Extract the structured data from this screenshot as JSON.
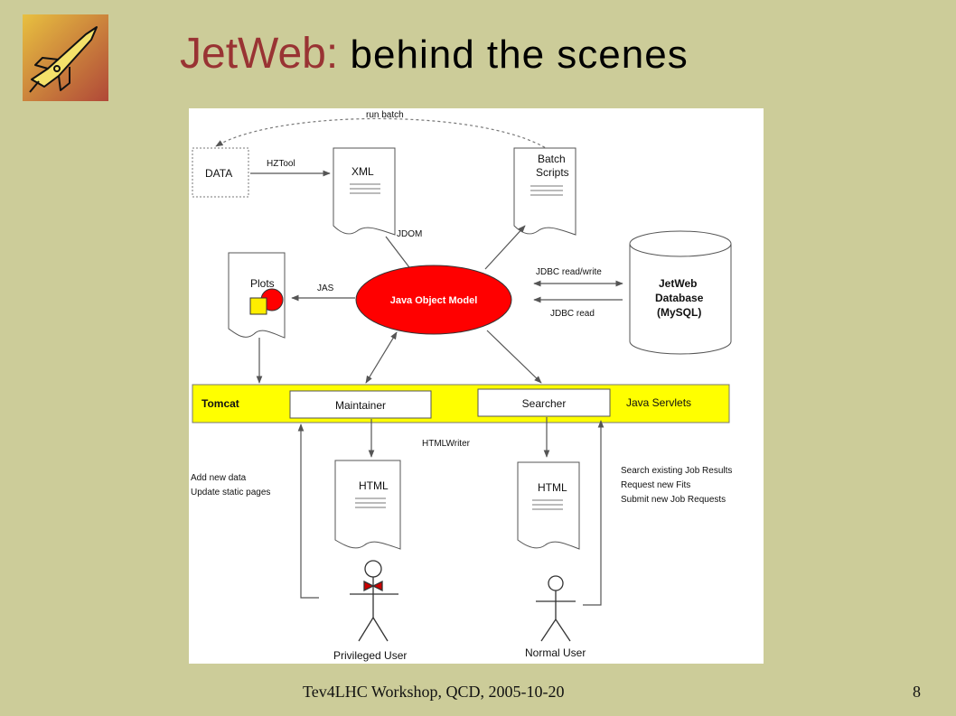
{
  "slide": {
    "title_part1": "JetWeb:",
    "title_part2": "behind the scenes",
    "footer": "Tev4LHC Workshop, QCD, 2005-10-20",
    "page_number": "8"
  },
  "colors": {
    "background": "#cccc99",
    "title_accent": "#993333",
    "servlet_bar": "#ffff00",
    "object_model": "#ff0000"
  },
  "icons": {
    "logo": "rocket-logo-icon"
  },
  "diagram": {
    "data_box": "DATA",
    "xml_doc": "XML",
    "batch_doc": [
      "Batch",
      "Scripts"
    ],
    "plots_doc": "Plots",
    "object_model": "Java Object Model",
    "database": [
      "JetWeb",
      "Database",
      "(MySQL)"
    ],
    "tomcat": "Tomcat",
    "maintainer": "Maintainer",
    "searcher": "Searcher",
    "servlets": "Java Servlets",
    "html_left": "HTML",
    "html_right": "HTML",
    "edge_run_batch": "run batch",
    "edge_hztool": "HZTool",
    "edge_jdom": "JDOM",
    "edge_jas": "JAS",
    "edge_jdbc_rw": "JDBC read/write",
    "edge_jdbc_r": "JDBC read",
    "edge_htmlwriter": "HTMLWriter",
    "left_actions": [
      "Add new data",
      "Update static pages"
    ],
    "right_actions": [
      "Search existing Job Results",
      "Request new Fits",
      "Submit new Job Requests"
    ],
    "privileged_user": "Privileged User",
    "normal_user": "Normal User"
  }
}
